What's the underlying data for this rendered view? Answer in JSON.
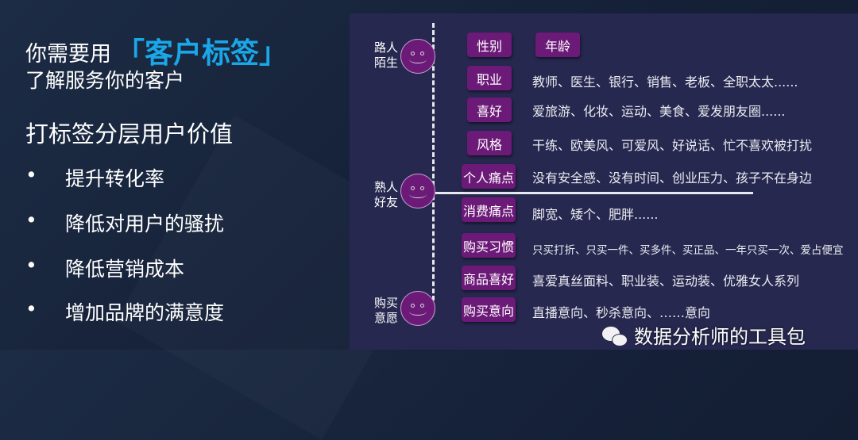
{
  "left": {
    "title_prefix": "你需要用",
    "title_highlight": "「客户标签」",
    "subtitle": "了解服务你的客户",
    "heading": "打标签分层用户价值",
    "bullets": [
      "提升转化率",
      "降低对用户的骚扰",
      "降低营销成本",
      "增加品牌的满意度"
    ],
    "bullet_char": "•"
  },
  "stages": [
    "路人陌生",
    "熟人好友",
    "购买意愿"
  ],
  "tags": [
    {
      "label": "性别",
      "desc": ""
    },
    {
      "label": "年龄",
      "desc": ""
    },
    {
      "label": "职业",
      "desc": "教师、医生、银行、销售、老板、全职太太......"
    },
    {
      "label": "喜好",
      "desc": "爱旅游、化妆、运动、美食、爱发朋友圈......"
    },
    {
      "label": "风格",
      "desc": "干练、欧美风、可爱风、好说话、忙不喜欢被打扰"
    },
    {
      "label": "个人痛点",
      "desc": "没有安全感、没有时间、创业压力、孩子不在身边"
    },
    {
      "label": "消费痛点",
      "desc": "脚宽、矮个、肥胖......"
    },
    {
      "label": "购买习惯",
      "desc": "只买打折、只买一件、买多件、买正品、一年只买一次、爱占便宜"
    },
    {
      "label": "商品喜好",
      "desc": "喜爱真丝面料、职业装、运动装、优雅女人系列"
    },
    {
      "label": "购买意向",
      "desc": "直播意向、秒杀意向、……意向"
    }
  ],
  "watermark": "数据分析师的工具包",
  "colors": {
    "accent": "#1aa7e8",
    "tag": "#6c1a78",
    "panel": "#26284f"
  }
}
